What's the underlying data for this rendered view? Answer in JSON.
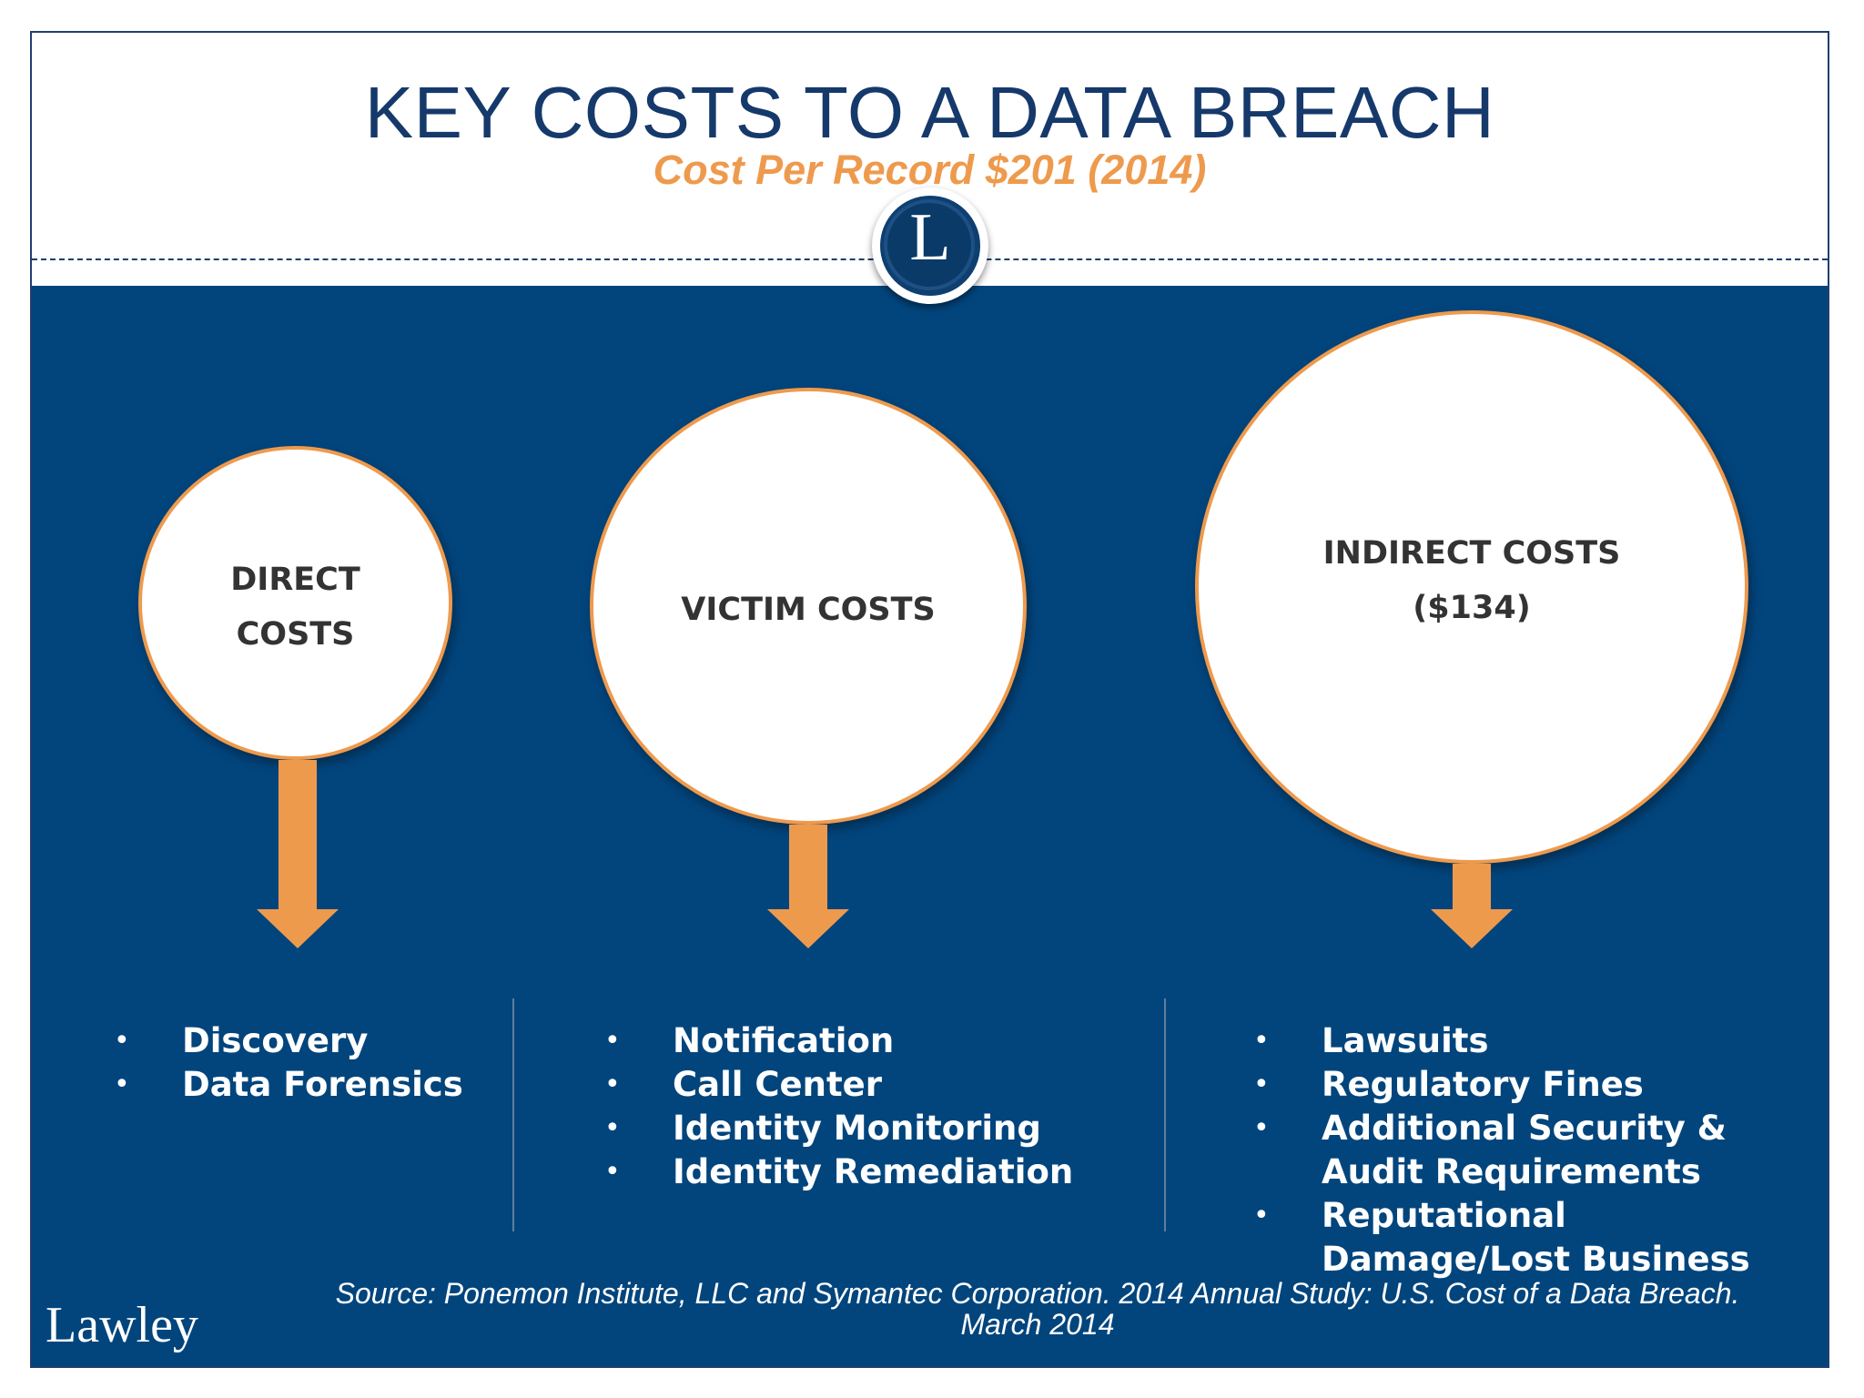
{
  "header": {
    "title": "KEY COSTS TO A DATA BREACH",
    "subtitle": "Cost Per Record $201 (2014)",
    "logo_letter": "L"
  },
  "colors": {
    "navy": "#02457d",
    "title_blue": "#16396b",
    "accent_orange": "#ee9a4d",
    "circle_text": "#333333"
  },
  "columns": [
    {
      "circle_lines": [
        "DIRECT",
        "COSTS"
      ],
      "items": [
        "Discovery",
        "Data Forensics"
      ]
    },
    {
      "circle_lines": [
        "VICTIM COSTS"
      ],
      "items": [
        "Notification",
        "Call Center",
        "Identity Monitoring",
        "Identity Remediation"
      ]
    },
    {
      "circle_lines": [
        "INDIRECT COSTS",
        "($134)"
      ],
      "items": [
        "Lawsuits",
        "Regulatory Fines",
        "Additional Security &",
        "Audit Requirements",
        "Reputational",
        "Damage/Lost Business"
      ]
    }
  ],
  "footer": {
    "source_line1": "Source: Ponemon Institute, LLC and Symantec Corporation. 2014 Annual Study: U.S. Cost of a Data Breach.",
    "source_line2": "March 2014",
    "brand": "Lawley"
  }
}
